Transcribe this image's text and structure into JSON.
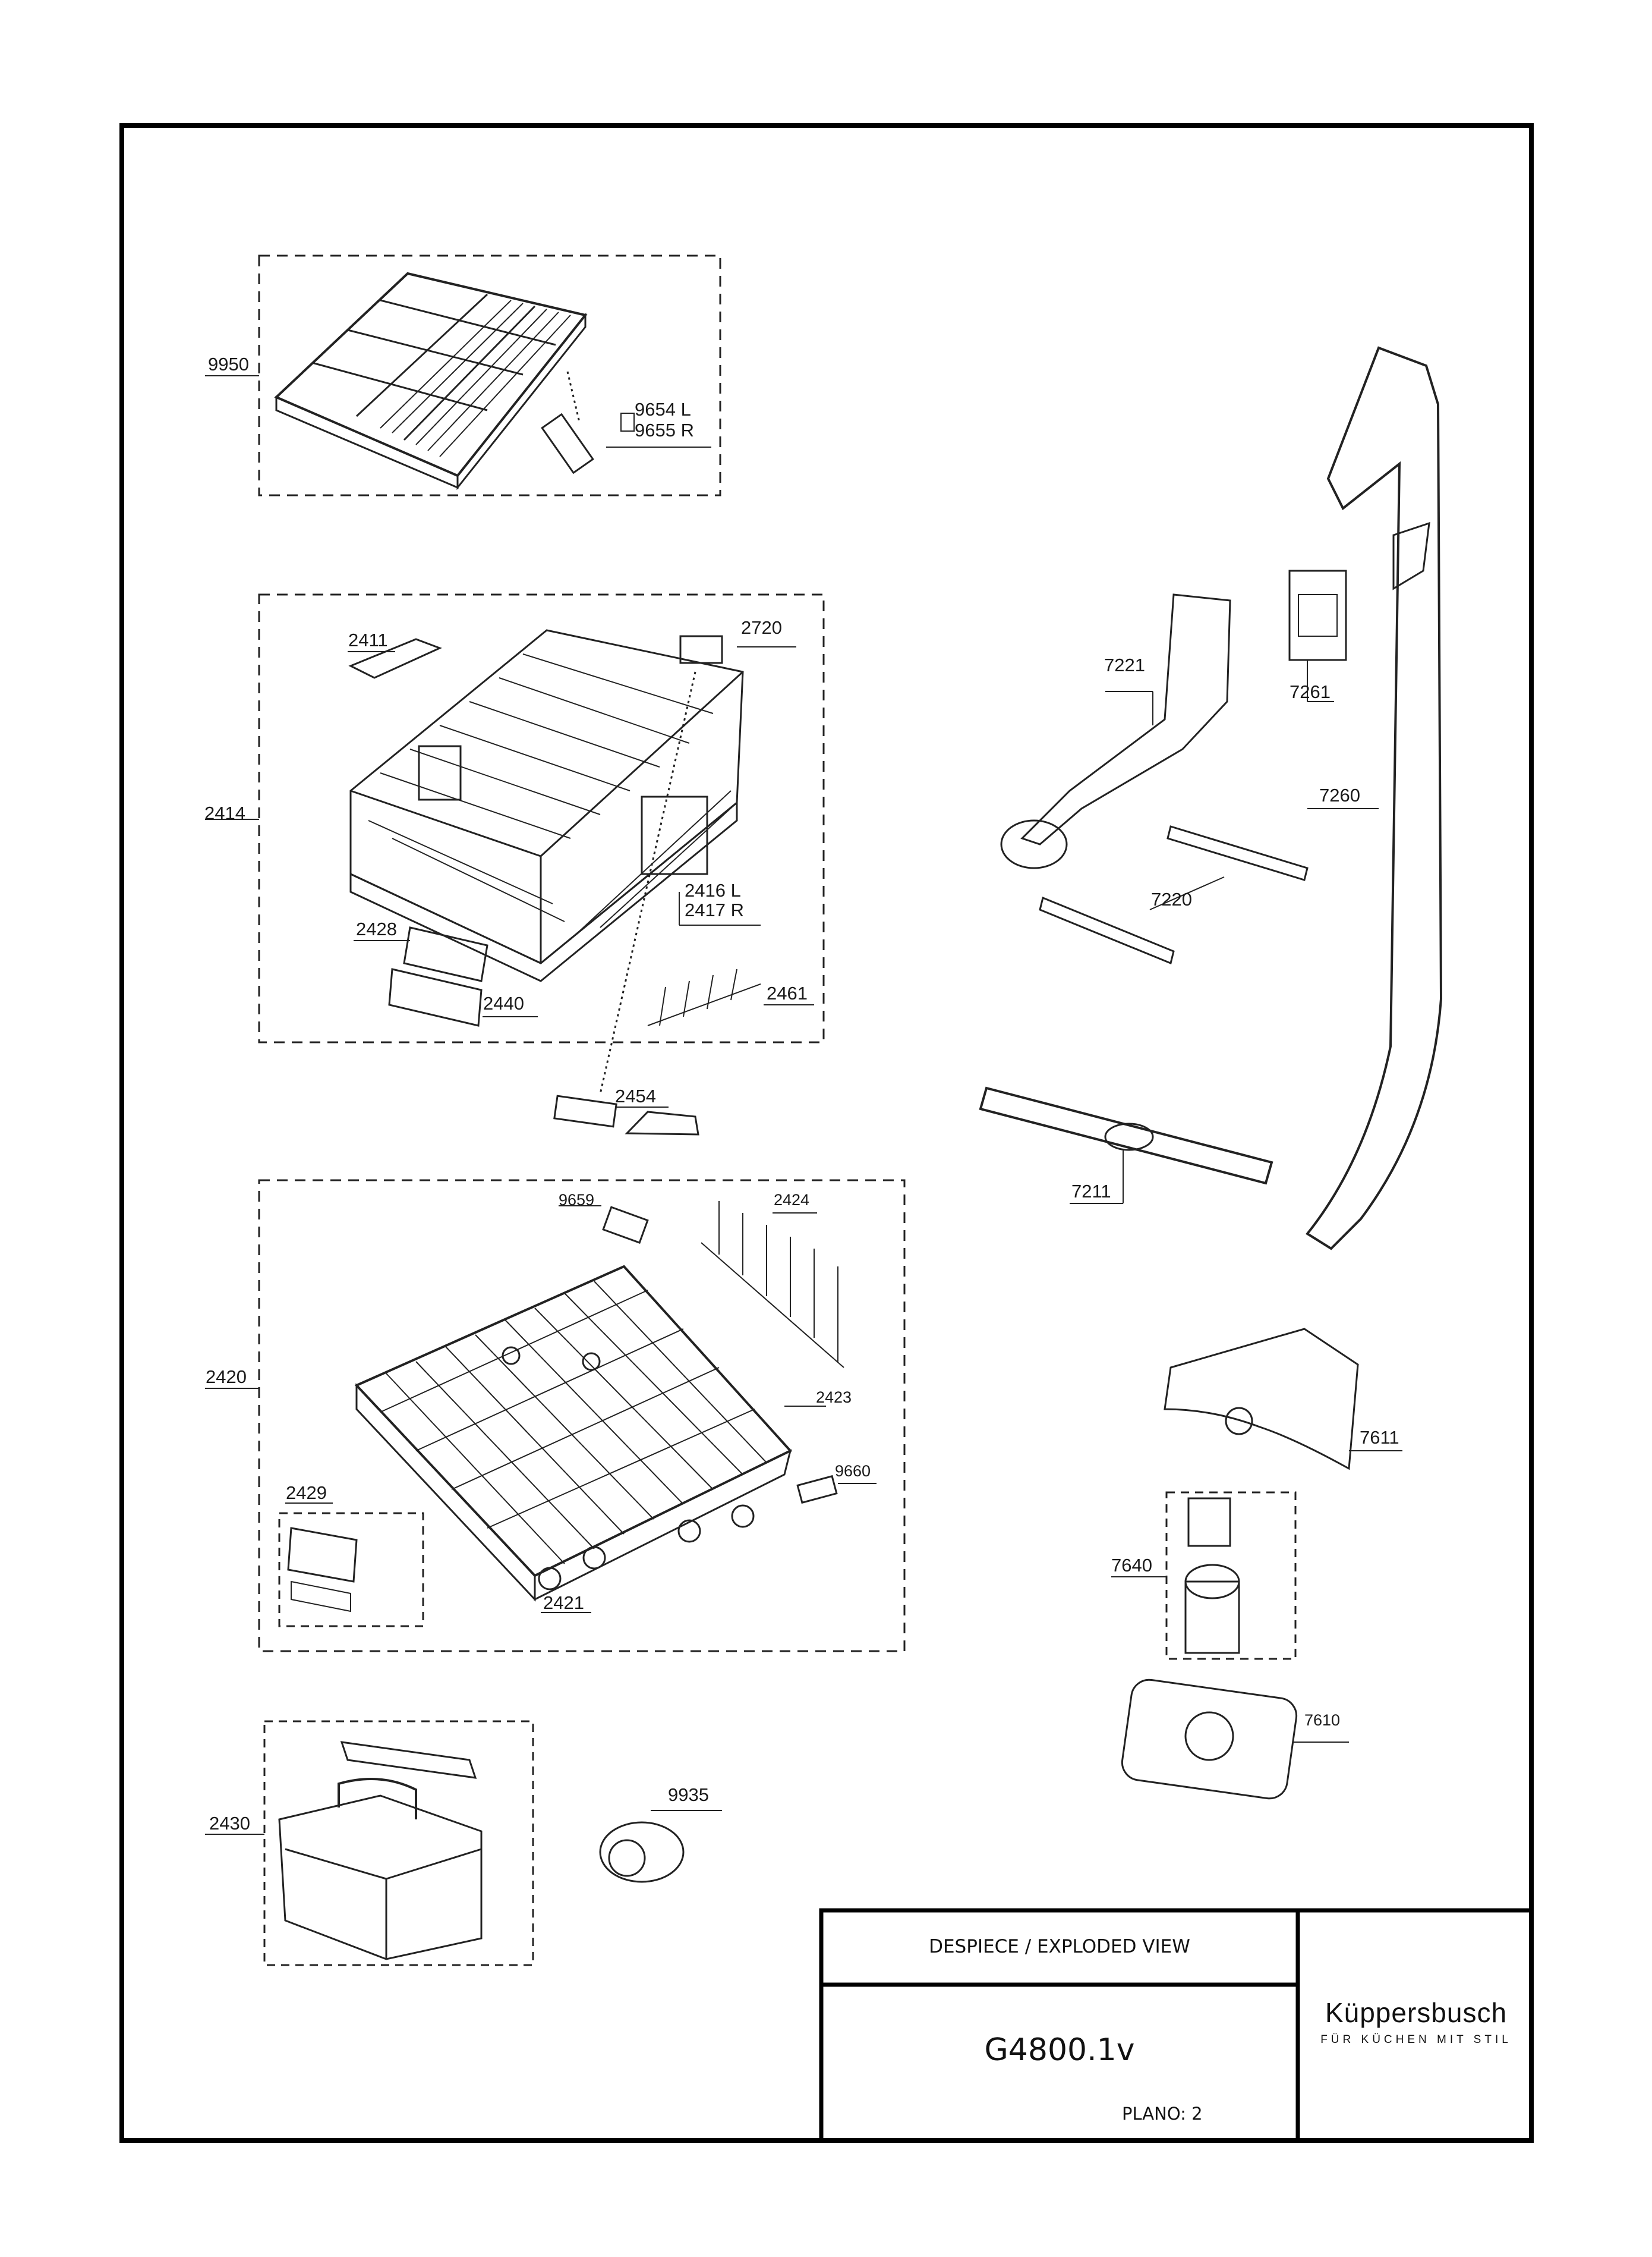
{
  "callouts": {
    "c9950": "9950",
    "c9654": "9654 L",
    "c9655": "9655 R",
    "c2411": "2411",
    "c2720": "2720",
    "c2414": "2414",
    "c2416": "2416 L",
    "c2417": "2417 R",
    "c2428": "2428",
    "c2440": "2440",
    "c2461": "2461",
    "c2454": "2454",
    "c9659": "9659",
    "c2424": "2424",
    "c2420": "2420",
    "c2423": "2423",
    "c9660": "9660",
    "c2429": "2429",
    "c2421": "2421",
    "c2430": "2430",
    "c9935": "9935",
    "c7221": "7221",
    "c7261": "7261",
    "c7260": "7260",
    "c7220": "7220",
    "c7211": "7211",
    "c7611": "7611",
    "c7640": "7640",
    "c7610": "7610"
  },
  "title_block": {
    "heading": "DESPIECE / EXPLODED VIEW",
    "model": "G4800.1v",
    "sheet": "PLANO: 2",
    "brand_name": "Küppersbusch",
    "brand_tagline": "FÜR KÜCHEN MIT STIL"
  },
  "icons": [
    "cutlery-tray",
    "upper-basket",
    "lower-basket",
    "cutlery-basket",
    "spray-arm",
    "water-supply-tube",
    "filter",
    "salt-cap"
  ]
}
